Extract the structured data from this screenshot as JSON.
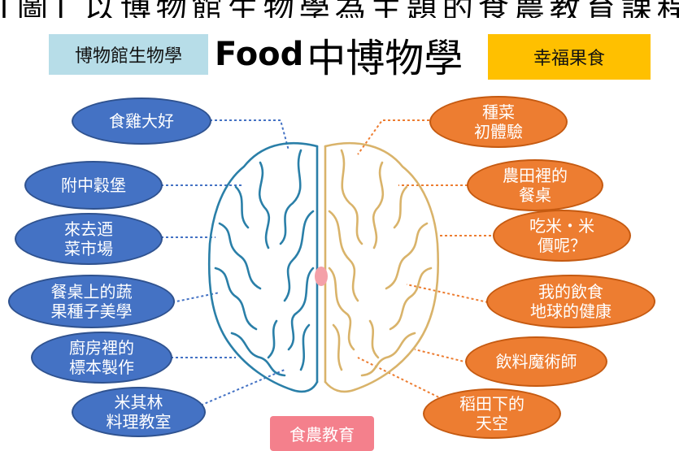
{
  "top_text": "[圖] 以博物館生物學為主題的食農教育課程",
  "header": {
    "left_label": "博物館生物學",
    "title_en": "Food",
    "title_zh": "中博物學",
    "right_label": "幸福果食"
  },
  "left_items": [
    "食雞大好",
    "附中穀堡",
    "來去迺\n菜市場",
    "餐桌上的蔬\n果種子美學",
    "廚房裡的\n標本製作",
    "米其林\n料理教室"
  ],
  "right_items": [
    "種菜\n初體驗",
    "農田裡的\n餐桌",
    "吃米・米\n價呢？",
    "我的飲食\n地球的健康",
    "飲料魔術師",
    "稻田下的\n天空"
  ],
  "bottom_label": "食農教育",
  "colors": {
    "left": "#4472c4",
    "right": "#ed7d31",
    "brain_left": "#2a7fa8",
    "brain_right": "#d9b36a",
    "bottom": "#f4808c"
  }
}
